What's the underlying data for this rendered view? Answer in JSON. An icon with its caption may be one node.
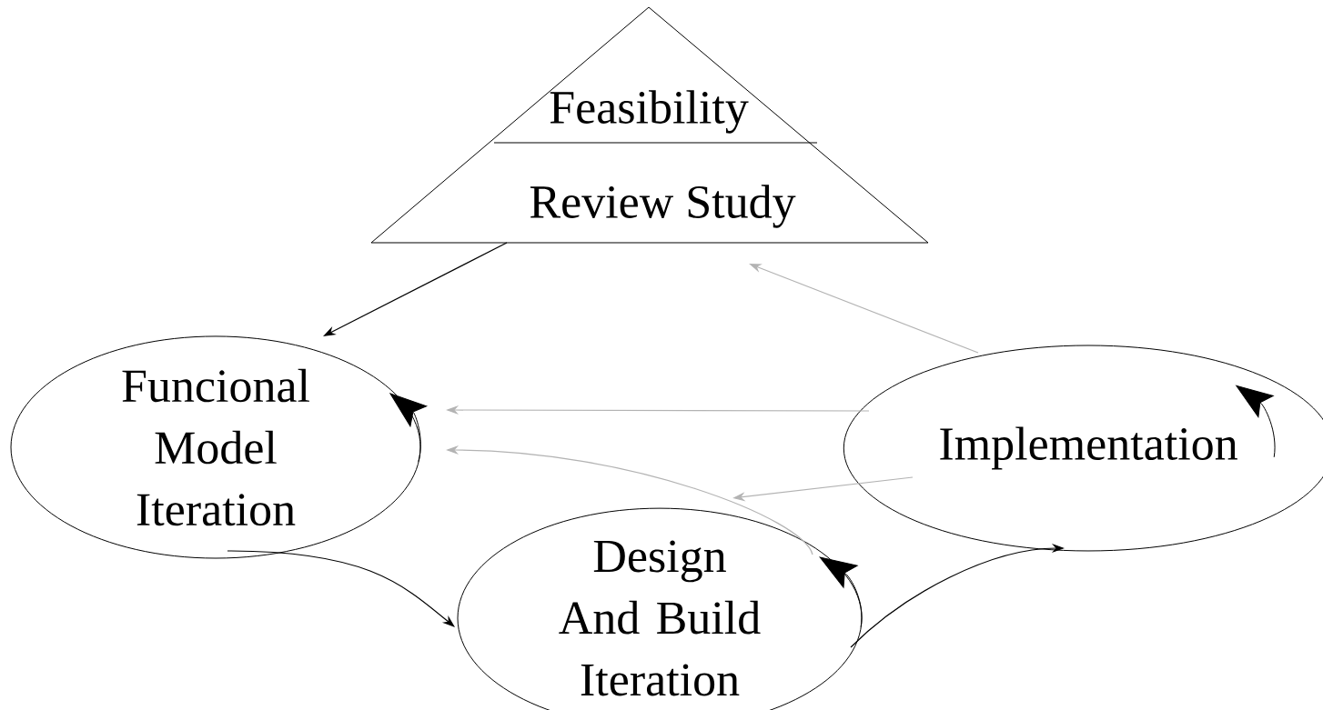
{
  "diagram": {
    "nodes": [
      {
        "text": [
          "Feasibility",
          "Review Study"
        ]
      },
      {
        "text": [
          "Funcional Model Iteration"
        ]
      },
      {
        "text": [
          "Design And Build Iteration"
        ]
      },
      {
        "text": [
          "Implementation"
        ]
      }
    ],
    "edges": [
      {
        "from": 0,
        "to": 1,
        "arrow": "to"
      },
      {
        "from": 1,
        "to": 1,
        "arrow": "to"
      },
      {
        "from": 1,
        "to": 2,
        "arrow": "to"
      },
      {
        "from": 2,
        "to": 2,
        "arrow": "to"
      },
      {
        "from": 2,
        "to": 3,
        "arrow": "to"
      },
      {
        "from": 3,
        "to": 3,
        "arrow": "to"
      },
      {
        "from": 3,
        "to": 0,
        "arrow": "to",
        "color": "#b3b3b3"
      },
      {
        "from": 3,
        "to": 1,
        "arrow": "to",
        "color": "#b3b3b3"
      },
      {
        "from": 2,
        "to": 1,
        "arrow": "to",
        "color": "#b3b3b3"
      },
      {
        "from": 3,
        "to": 2,
        "arrow": "to",
        "color": "#b3b3b3"
      }
    ]
  }
}
